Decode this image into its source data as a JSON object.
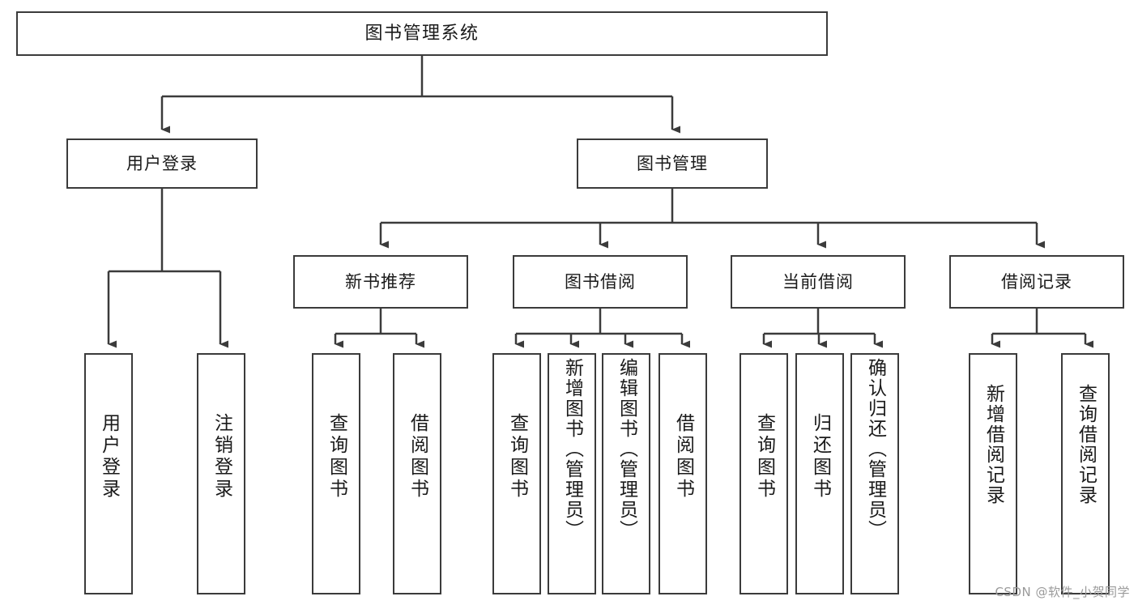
{
  "diagram": {
    "type": "tree",
    "title": "图书管理系统",
    "watermark": "CSDN @软件_小贺同学",
    "stroke_color": "#3b3b3b",
    "fill_color": "#ffffff",
    "text_color": "#1a1a1a",
    "watermark_color": "#9a9a9a",
    "nodes": {
      "root": {
        "label": "图书管理系统",
        "level": 1
      },
      "user_login": {
        "label": "用户登录",
        "level": 2
      },
      "book_manage": {
        "label": "图书管理",
        "level": 2
      },
      "new_book_rec": {
        "label": "新书推荐",
        "level": 3
      },
      "book_borrow": {
        "label": "图书借阅",
        "level": 3
      },
      "current_borrow": {
        "label": "当前借阅",
        "level": 3
      },
      "borrow_record": {
        "label": "借阅记录",
        "level": 3
      },
      "leaf_user_login": {
        "label": "用户登录",
        "level": 4
      },
      "leaf_logout_login": {
        "label": "注销登录",
        "level": 4
      },
      "leaf_query_book_1": {
        "label": "查询图书",
        "level": 4
      },
      "leaf_borrow_book_1": {
        "label": "借阅图书",
        "level": 4
      },
      "leaf_query_book_2": {
        "label": "查询图书",
        "level": 4
      },
      "leaf_add_book": {
        "label": "新增图书（管理员）",
        "level": 4
      },
      "leaf_edit_book": {
        "label": "编辑图书（管理员）",
        "level": 4
      },
      "leaf_borrow_book_2": {
        "label": "借阅图书",
        "level": 4
      },
      "leaf_query_book_3": {
        "label": "查询图书",
        "level": 4
      },
      "leaf_return_book": {
        "label": "归还图书",
        "level": 4
      },
      "leaf_confirm_return": {
        "label": "确认归还（管理员）",
        "level": 4
      },
      "leaf_add_record": {
        "label": "新增借阅记录",
        "level": 4
      },
      "leaf_query_record": {
        "label": "查询借阅记录",
        "level": 4
      }
    },
    "edges": [
      {
        "from": "root",
        "to": "user_login"
      },
      {
        "from": "root",
        "to": "book_manage"
      },
      {
        "from": "user_login",
        "to": "leaf_user_login"
      },
      {
        "from": "user_login",
        "to": "leaf_logout_login"
      },
      {
        "from": "book_manage",
        "to": "new_book_rec"
      },
      {
        "from": "book_manage",
        "to": "book_borrow"
      },
      {
        "from": "book_manage",
        "to": "current_borrow"
      },
      {
        "from": "book_manage",
        "to": "borrow_record"
      },
      {
        "from": "new_book_rec",
        "to": "leaf_query_book_1"
      },
      {
        "from": "new_book_rec",
        "to": "leaf_borrow_book_1"
      },
      {
        "from": "book_borrow",
        "to": "leaf_query_book_2"
      },
      {
        "from": "book_borrow",
        "to": "leaf_add_book"
      },
      {
        "from": "book_borrow",
        "to": "leaf_edit_book"
      },
      {
        "from": "book_borrow",
        "to": "leaf_borrow_book_2"
      },
      {
        "from": "current_borrow",
        "to": "leaf_query_book_3"
      },
      {
        "from": "current_borrow",
        "to": "leaf_return_book"
      },
      {
        "from": "current_borrow",
        "to": "leaf_confirm_return"
      },
      {
        "from": "borrow_record",
        "to": "leaf_add_record"
      },
      {
        "from": "borrow_record",
        "to": "leaf_query_record"
      }
    ]
  }
}
